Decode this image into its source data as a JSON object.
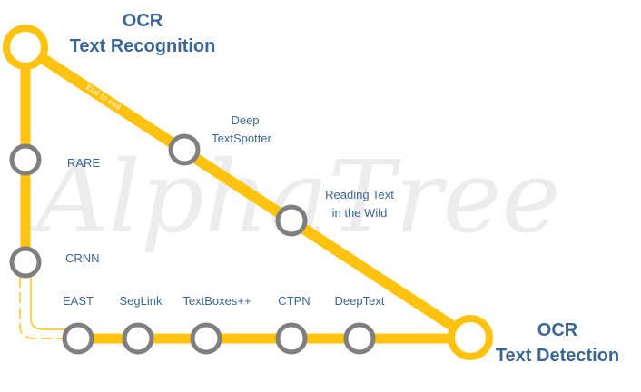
{
  "colors": {
    "track": "#ffc20e",
    "station": "#7f7f7f",
    "label": "#3d6793",
    "station_fill": "#ffffff"
  },
  "watermark": "AlphaTree",
  "terminals": {
    "recognition": {
      "line1": "OCR",
      "line2": "Text Recognition"
    },
    "detection": {
      "line1": "OCR",
      "line2": "Text Detection"
    }
  },
  "edge_note": "End to end",
  "stations": {
    "rare": "RARE",
    "crnn": "CRNN",
    "east": "EAST",
    "seglink": "SegLink",
    "textboxes": "TextBoxes++",
    "ctpn": "CTPN",
    "deeptext": "DeepText",
    "deep_textspotter": {
      "line1": "Deep",
      "line2": "TextSpotter"
    },
    "reading_text": {
      "line1": "Reading Text",
      "line2": "in the Wild"
    }
  }
}
